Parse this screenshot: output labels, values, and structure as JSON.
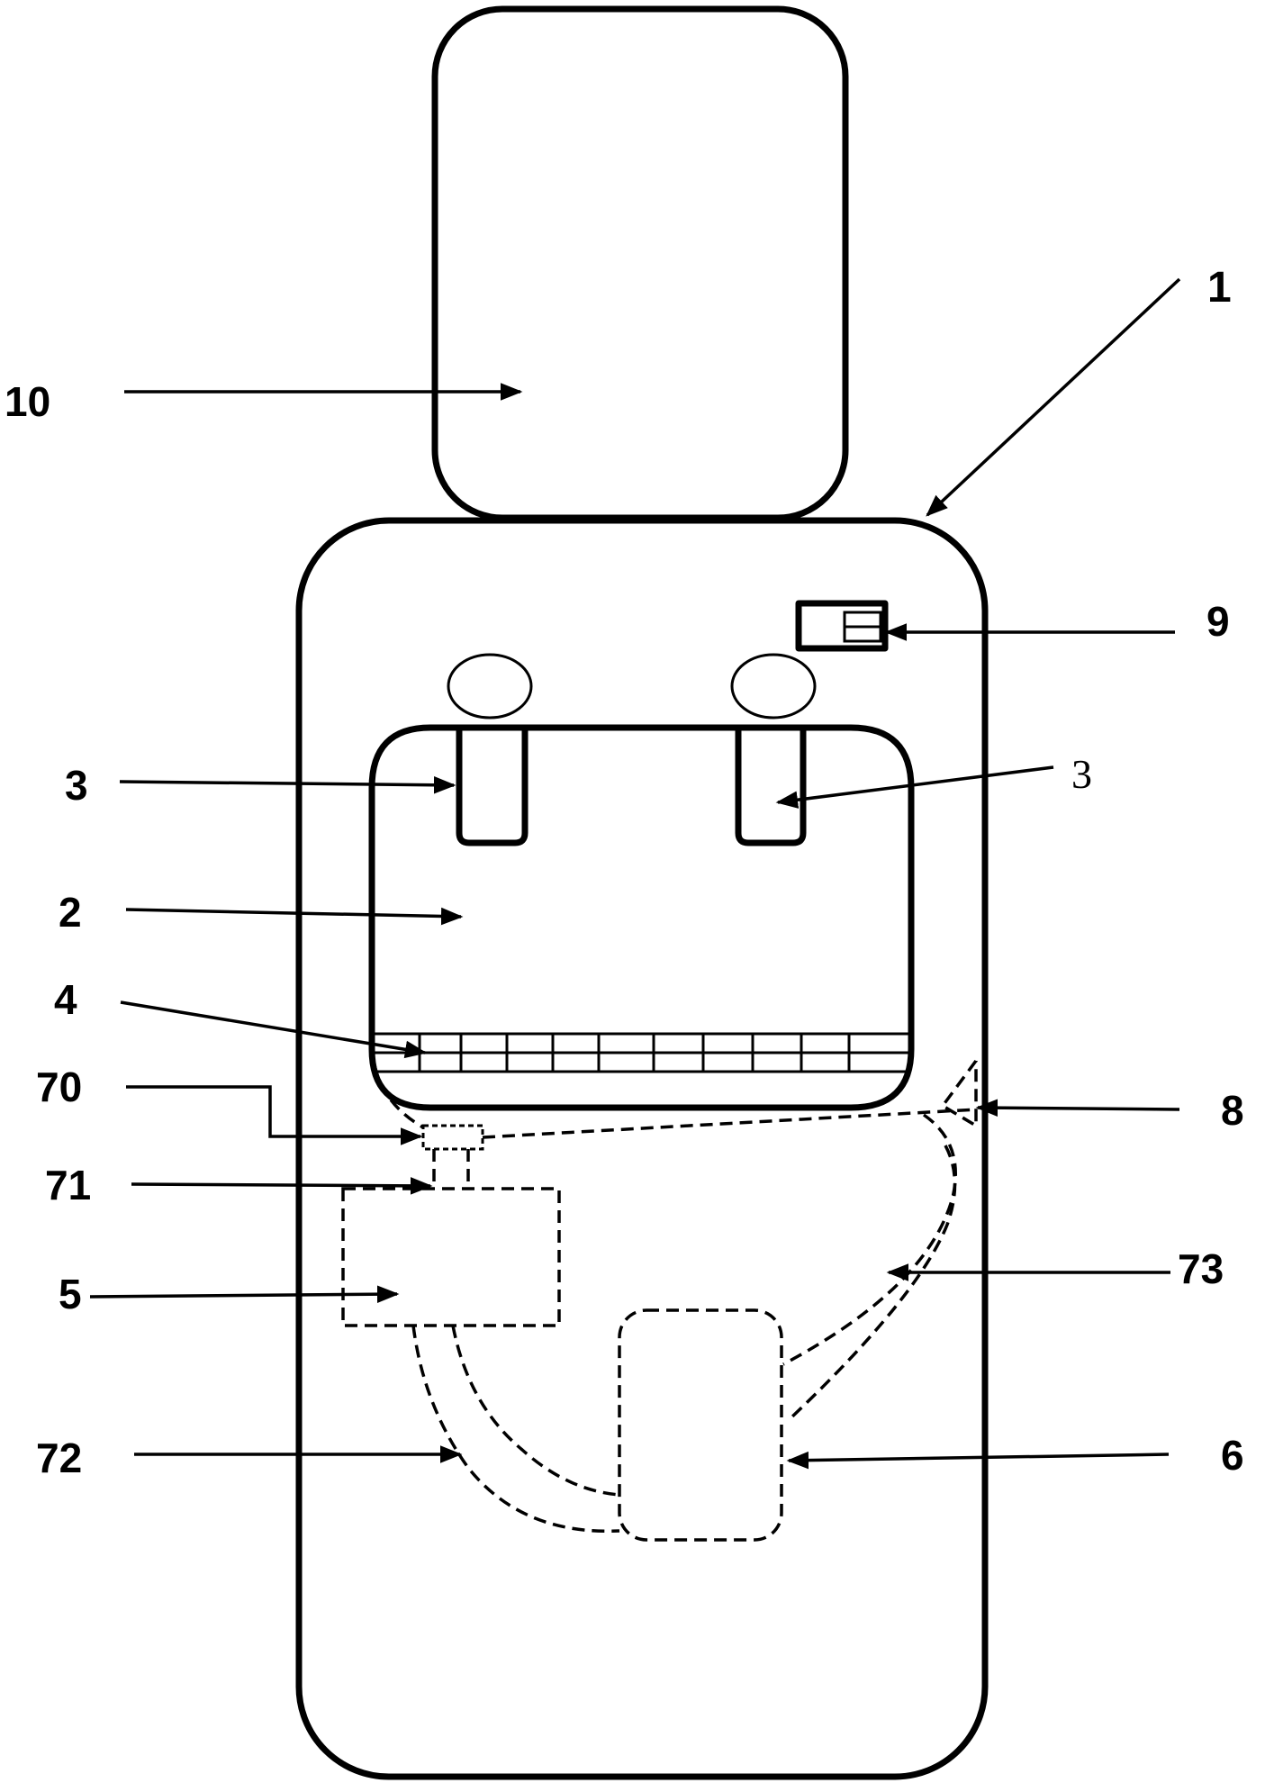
{
  "labels": {
    "l1": "1",
    "l10": "10",
    "l9": "9",
    "l3_left": "3",
    "l3_right": "3",
    "l2": "2",
    "l4": "4",
    "l70": "70",
    "l8": "8",
    "l71": "71",
    "l5": "5",
    "l73": "73",
    "l72": "72",
    "l6": "6"
  },
  "colors": {
    "stroke": "#000000",
    "background": "#ffffff"
  }
}
